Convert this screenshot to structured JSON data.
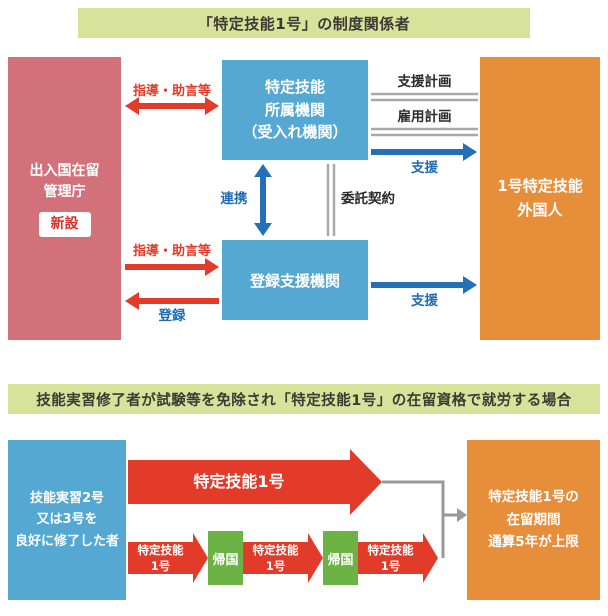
{
  "section1": {
    "title": "「特定技能1号」の制度関係者",
    "agency_box": {
      "line1": "出入国在留",
      "line2": "管理庁",
      "badge": "新設"
    },
    "accepting_org_box": {
      "line1": "特定技能",
      "line2": "所属機関",
      "line3": "（受入れ機関）"
    },
    "support_org_box": {
      "label": "登録支援機関"
    },
    "foreign_worker_box": {
      "line1": "1号特定技能",
      "line2": "外国人"
    },
    "arrow_labels": {
      "guidance_top": "指導・助言等",
      "guidance_bottom": "指導・助言等",
      "registration": "登録",
      "cooperation": "連携",
      "entrust_contract": "委託契約",
      "support_plan": "支援計画",
      "employment_plan": "雇用計画",
      "support_upper": "支援",
      "support_lower": "支援"
    }
  },
  "section2": {
    "title": "技能実習修了者が試験等を免除され「特定技能1号」の在留資格で就労する場合",
    "trainee_box": {
      "line1": "技能実習2号",
      "line2": "又は3号を",
      "line3": "良好に修了した者"
    },
    "main_arrow_label": "特定技能1号",
    "cycle": {
      "arrow1": {
        "line1": "特定技能",
        "line2": "1号"
      },
      "return1": "帰国",
      "arrow2": {
        "line1": "特定技能",
        "line2": "1号"
      },
      "return2": "帰国",
      "arrow3": {
        "line1": "特定技能",
        "line2": "1号"
      }
    },
    "limit_box": {
      "line1": "特定技能1号の",
      "line2": "在留期間",
      "line3": "通算5年が上限"
    }
  },
  "colors": {
    "header_bg": "#d7e29b",
    "agency_pink": "#d2717a",
    "org_blue": "#55a8d2",
    "worker_orange": "#e78e3b",
    "arrow_red": "#e23b2a",
    "arrow_blue": "#2470b6",
    "return_green": "#6cb244",
    "connector_gray": "#999999"
  }
}
